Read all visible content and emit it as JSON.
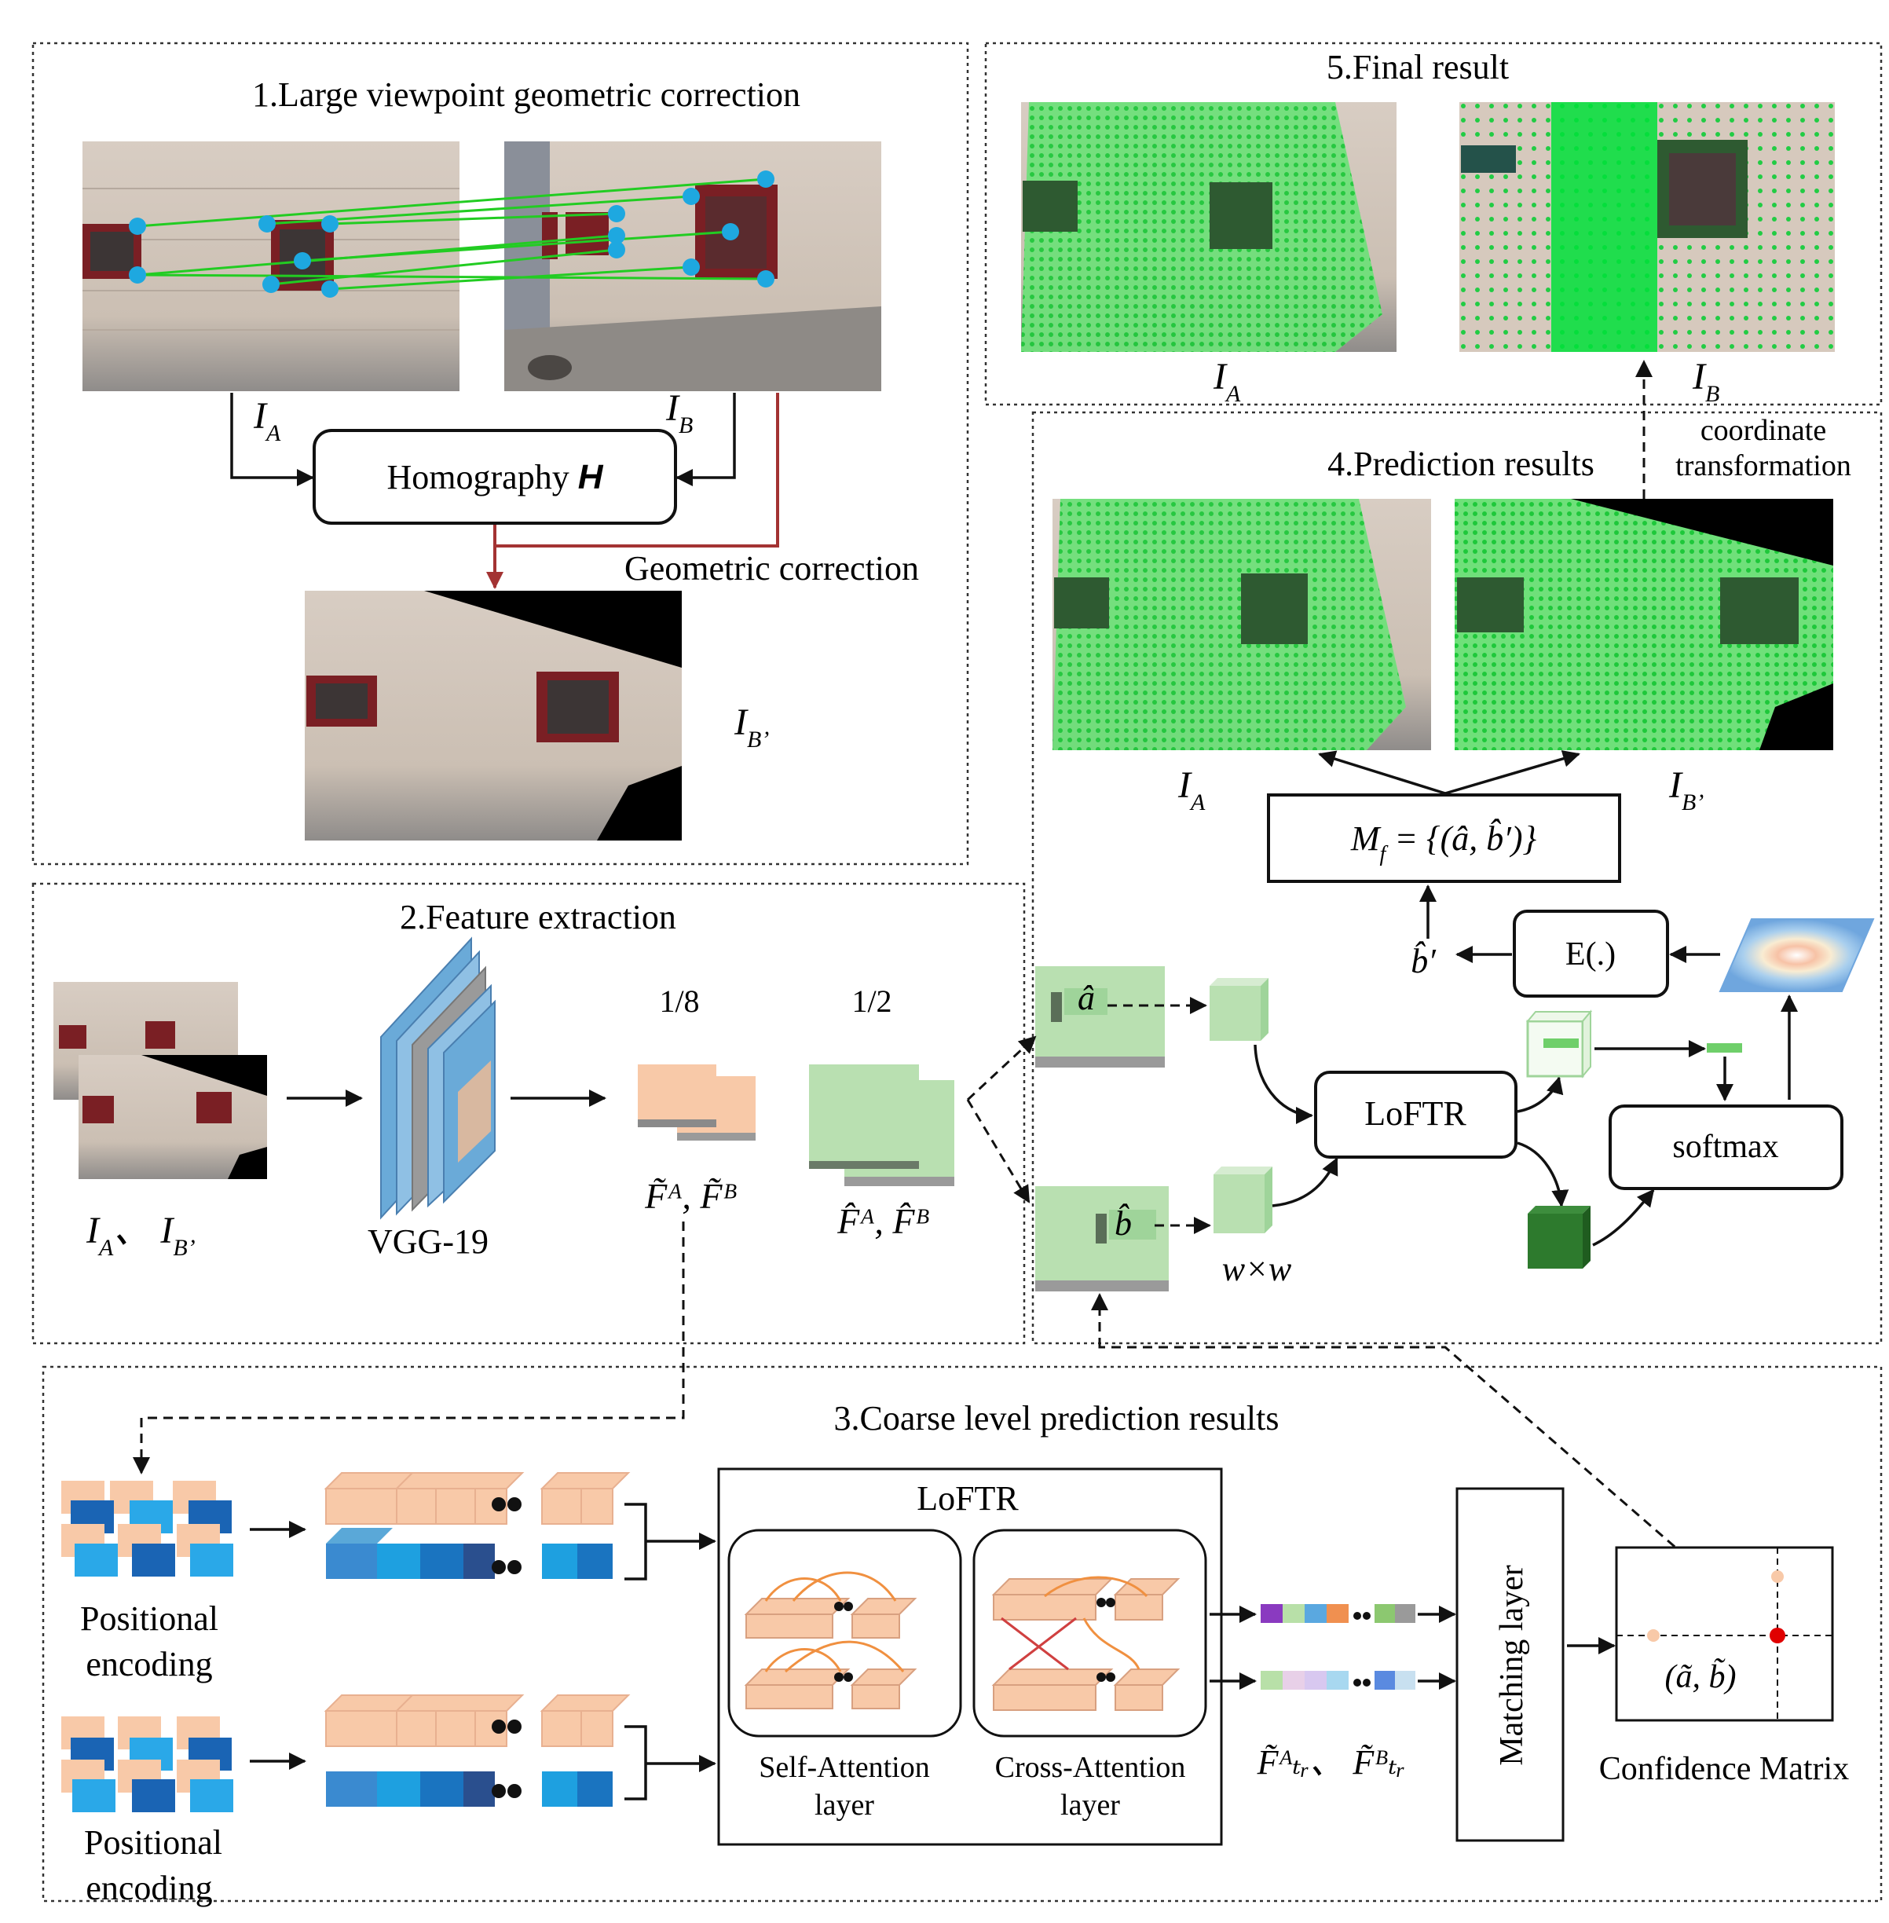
{
  "panels": {
    "p1": {
      "title": "1.Large viewpoint geometric correction",
      "label_ia": "I",
      "label_ia_sub": "A",
      "label_ib": "I",
      "label_ib_sub": "B",
      "homography": "Homography ",
      "homography_h": "H",
      "geometric_correction": "Geometric correction",
      "label_ibp": "I",
      "label_ibp_sub": "B’"
    },
    "p2": {
      "title": "2.Feature extraction",
      "input_label": "I",
      "input_label_sub_a": "A",
      "input_sep": "、 I",
      "input_label_sub_b": "B’",
      "vgg": "VGG-19",
      "scale_1_8": "1/8",
      "scale_1_2": "1/2",
      "coarse_feat": "F̃ᴬ, F̃ᴮ",
      "fine_feat": "F̂ᴬ, F̂ᴮ"
    },
    "p3": {
      "title": "3.Coarse level prediction results",
      "pos_enc_1": [
        "Positional",
        "encoding"
      ],
      "pos_enc_2": [
        "Positional",
        "encoding"
      ],
      "loftr": "LoFTR",
      "self_attn": [
        "Self-Attention",
        "layer"
      ],
      "cross_attn": [
        "Cross-Attention",
        "layer"
      ],
      "tr_feats": "F̃ᴬₜᵣ、 F̃ᴮₜᵣ",
      "matching_layer": "Matching layer",
      "confidence_matrix": "Confidence Matrix",
      "coarse_match": "(ã, b̃)"
    },
    "p4": {
      "title": "4.Prediction results",
      "coord_transform": [
        "coordinate",
        "transformation"
      ],
      "label_ia": "I",
      "label_ia_sub": "A",
      "label_ibp": "I",
      "label_ibp_sub": "B’",
      "mf": "M",
      "mf_sub": "f",
      "mf_rest": " = {(â, b̂′)}",
      "expectation": "E(.)",
      "b_prime": "b̂′",
      "loftr": "LoFTR",
      "softmax": "softmax",
      "a_hat": "â",
      "b_hat": "b̂",
      "window": "w×w"
    },
    "p5": {
      "title": "5.Final result",
      "label_ia": "I",
      "label_ia_sub": "A",
      "label_ib": "I",
      "label_ib_sub": "B"
    }
  },
  "colors": {
    "match_line": "#22cc22",
    "keypoint": "#1ea8e0",
    "coarse_feature": "#f8c9a8",
    "fine_feature": "#b9e0b1",
    "blue_dark": "#1a64b4",
    "blue_light": "#2aa8e8",
    "dark_green": "#2d7a2d",
    "red_arrow": "#a33333",
    "match_point": "#e00000"
  }
}
